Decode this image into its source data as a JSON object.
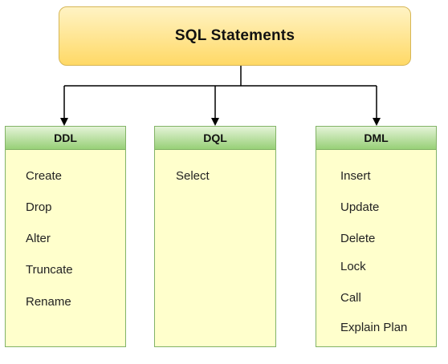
{
  "root": {
    "title": "SQL Statements"
  },
  "categories": [
    {
      "id": "ddl",
      "label": "DDL",
      "items": [
        "Create",
        "Drop",
        "Alter",
        "Truncate",
        "Rename"
      ]
    },
    {
      "id": "dql",
      "label": "DQL",
      "items": [
        "Select"
      ]
    },
    {
      "id": "dml",
      "label": "DML",
      "items": [
        "Insert",
        "Update",
        "Delete",
        "Lock",
        "Call",
        "Explain Plan"
      ]
    }
  ],
  "colors": {
    "root_fill": "#ffd966",
    "root_border": "#d6b656",
    "header_fill": "#97d077",
    "box_border": "#82b366",
    "box_fill": "#ffffcc",
    "connector": "#000000"
  }
}
